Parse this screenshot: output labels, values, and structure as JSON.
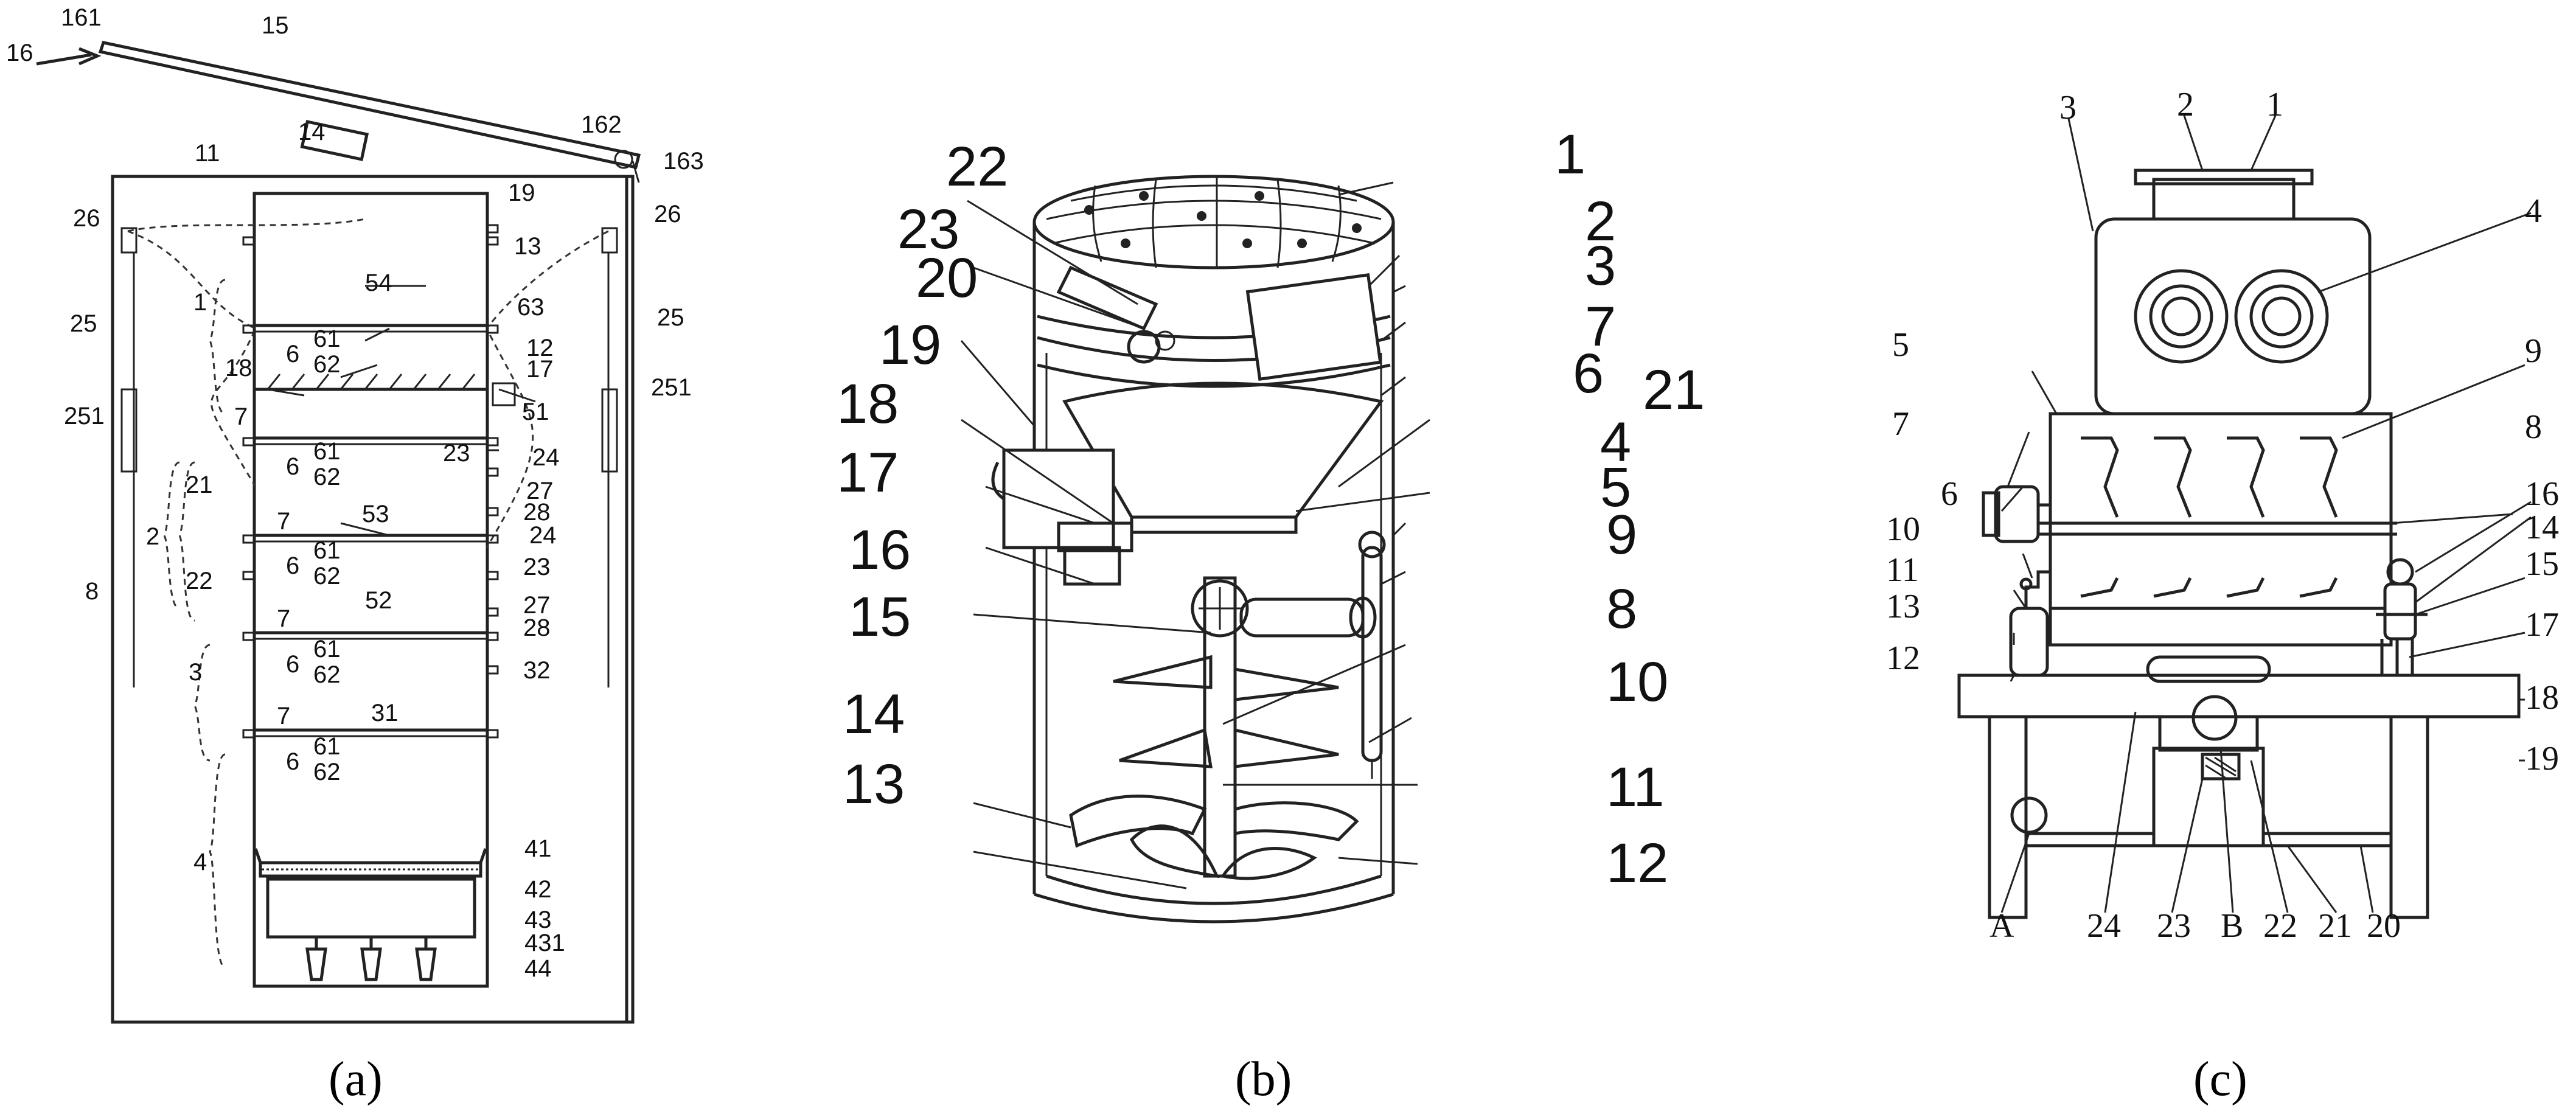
{
  "panels": [
    {
      "id": "a",
      "caption": "(a)",
      "labels": [
        "161",
        "15",
        "16",
        "14",
        "162",
        "163",
        "11",
        "26",
        "19",
        "13",
        "26",
        "25",
        "25",
        "1",
        "54",
        "63",
        "61",
        "62",
        "6",
        "18",
        "12",
        "17",
        "251",
        "7",
        "51",
        "251",
        "21",
        "61",
        "62",
        "6",
        "23",
        "24",
        "27",
        "2",
        "53",
        "28",
        "7",
        "24",
        "22",
        "61",
        "62",
        "6",
        "23",
        "7",
        "52",
        "27",
        "28",
        "8",
        "3",
        "61",
        "62",
        "6",
        "32",
        "7",
        "31",
        "61",
        "62",
        "6",
        "4",
        "41",
        "42",
        "43",
        "431",
        "44"
      ]
    },
    {
      "id": "b",
      "caption": "(b)",
      "labels": [
        "22",
        "1",
        "23",
        "2",
        "3",
        "20",
        "7",
        "19",
        "6",
        "21",
        "18",
        "4",
        "5",
        "17",
        "16",
        "9",
        "15",
        "8",
        "10",
        "14",
        "11",
        "13",
        "12"
      ]
    },
    {
      "id": "c",
      "caption": "(c)",
      "labels": [
        "3",
        "2",
        "1",
        "4",
        "5",
        "9",
        "7",
        "8",
        "6",
        "16",
        "10",
        "14",
        "11",
        "15",
        "13",
        "17",
        "12",
        "18",
        "19",
        "A",
        "24",
        "23",
        "B",
        "22",
        "21",
        "20"
      ]
    }
  ]
}
